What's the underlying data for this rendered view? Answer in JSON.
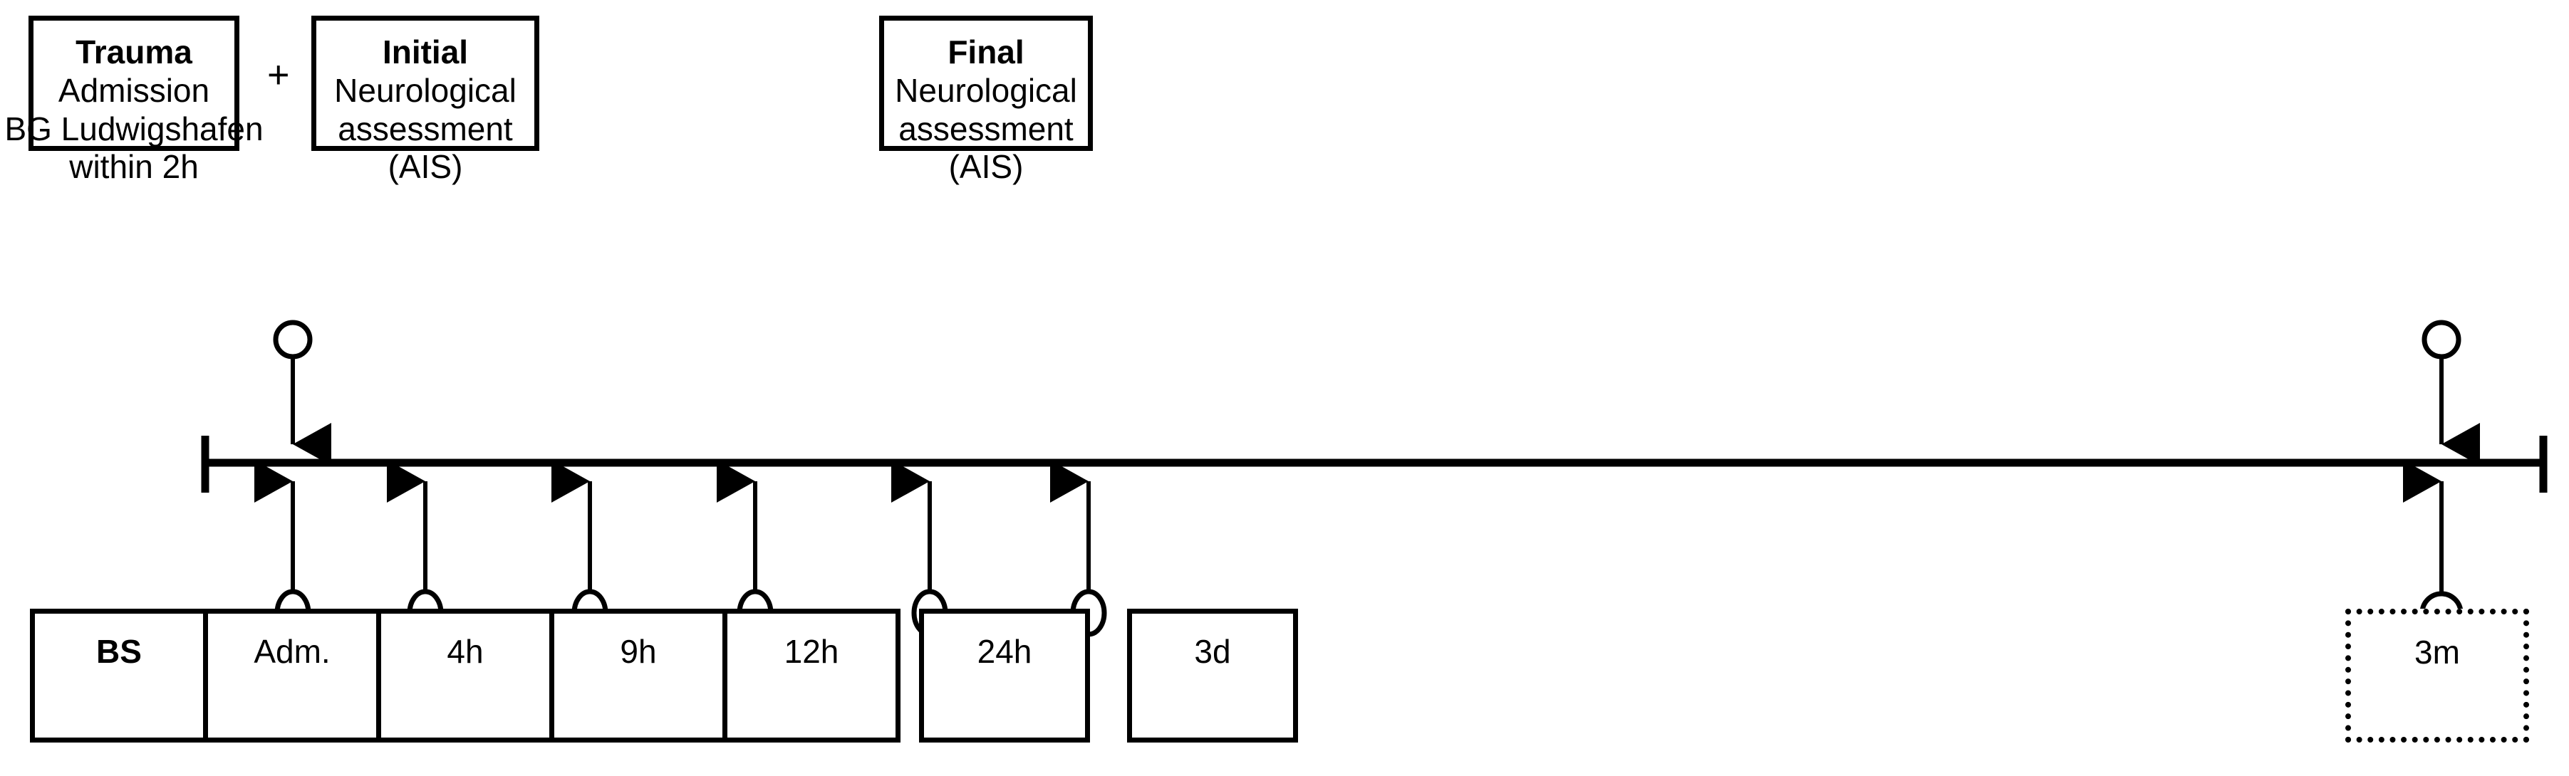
{
  "diagram": {
    "title": "Study timeline: trauma admission, neurological assessment and blood sampling schedule",
    "type": "timeline-flow",
    "colors": {
      "line": "#000000",
      "fill": "#ffffff",
      "text": "#000000"
    }
  },
  "top_boxes": [
    {
      "id": "trauma-admission",
      "lines": [
        "Trauma",
        "Admission",
        "BG Ludwigshafen",
        "within 2h"
      ],
      "bold_first_line": true,
      "border": "solid",
      "connector": {
        "type": "circle-down-arrow",
        "target": "timeline"
      }
    },
    {
      "id": "initial-assessment",
      "lines": [
        "Initial",
        "Neurological",
        "assessment",
        "(AIS)"
      ],
      "bold_first_line": true,
      "border": "solid",
      "connector": {
        "type": "none"
      }
    },
    {
      "id": "final-assessment",
      "lines": [
        "Final",
        "Neurological",
        "assessment",
        "(AIS)"
      ],
      "bold_first_line": true,
      "border": "solid",
      "connector": {
        "type": "circle-down-arrow",
        "target": "timeline"
      }
    }
  ],
  "operator": {
    "symbol": "+",
    "between": [
      "trauma-admission",
      "initial-assessment"
    ]
  },
  "timeline": {
    "orientation": "horizontal",
    "left_cap": true,
    "right_cap": true,
    "down_arrows": 2,
    "up_arrows": 7
  },
  "timepoint_row": {
    "label_cell": {
      "id": "bs",
      "label": "BS",
      "bold": true,
      "border": "solid",
      "has_connector": false
    },
    "timepoints": [
      {
        "id": "adm",
        "label": "Adm.",
        "border": "solid",
        "has_connector": true
      },
      {
        "id": "t4h",
        "label": "4h",
        "border": "solid",
        "has_connector": true
      },
      {
        "id": "t9h",
        "label": "9h",
        "border": "solid",
        "has_connector": true
      },
      {
        "id": "t12h",
        "label": "12h",
        "border": "solid",
        "has_connector": true
      },
      {
        "id": "t24h",
        "label": "24h",
        "border": "solid",
        "has_connector": true
      },
      {
        "id": "t3d",
        "label": "3d",
        "border": "solid",
        "has_connector": true
      },
      {
        "id": "t3m",
        "label": "3m",
        "border": "dotted",
        "has_connector": true
      }
    ]
  }
}
